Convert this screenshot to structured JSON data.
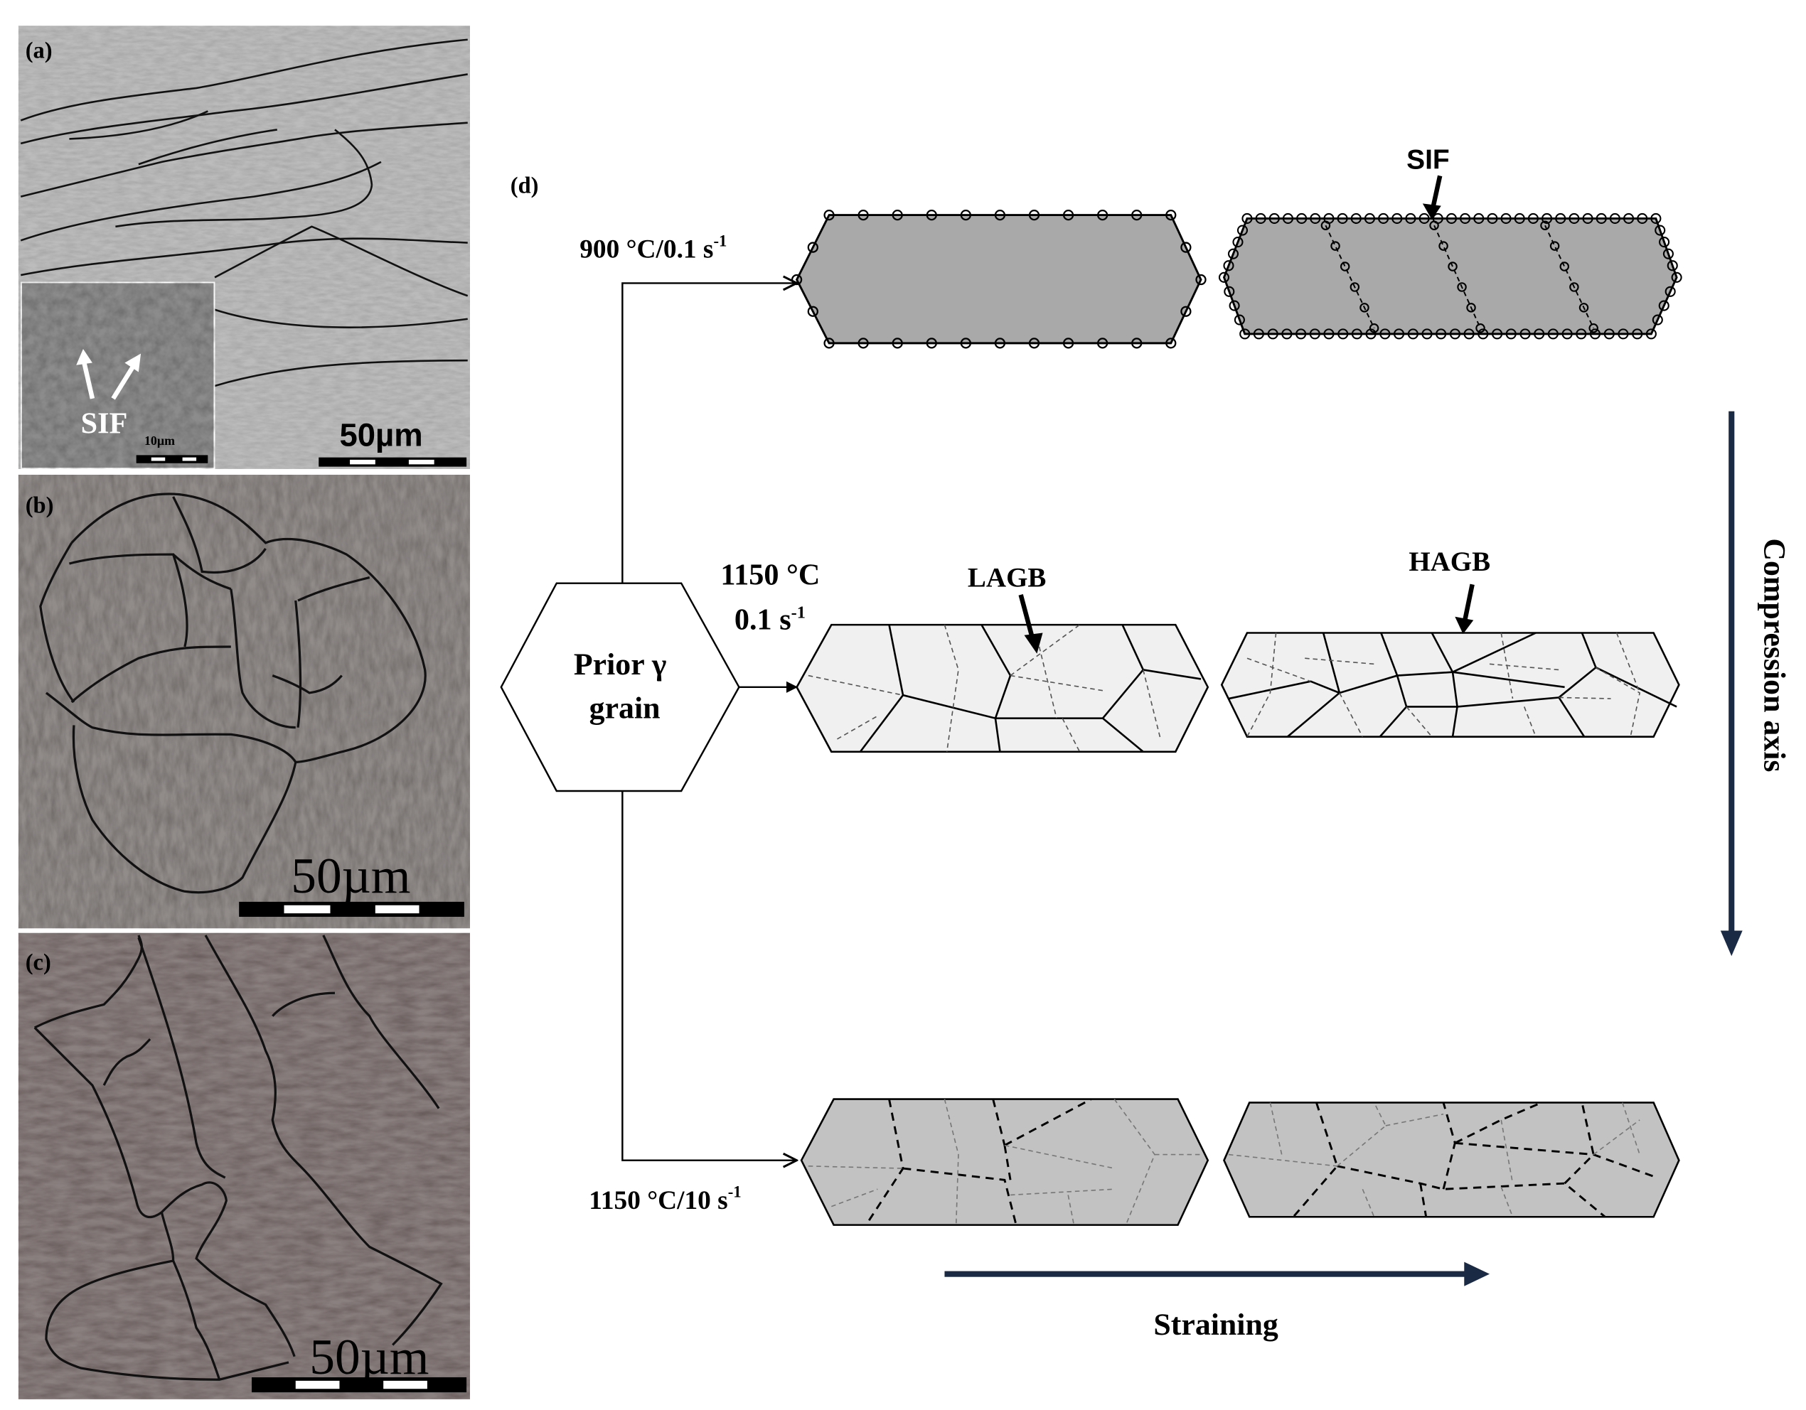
{
  "panels": {
    "a": {
      "tag": "(a)",
      "scale_label": "50µm",
      "inset": {
        "label": "SIF",
        "scale_label": "10µm"
      }
    },
    "b": {
      "tag": "(b)",
      "scale_label": "50µm"
    },
    "c": {
      "tag": "(c)",
      "scale_label": "50µm"
    }
  },
  "schematic": {
    "tag": "(d)",
    "start": {
      "line1": "Prior γ",
      "line2": "grain"
    },
    "routes": {
      "top": {
        "label_main": "900 °C/0.1 s",
        "label_sup": "-1",
        "annotation": "SIF"
      },
      "middle": {
        "label_line1": "1150 °C",
        "label_line2_main": "0.1 s",
        "label_line2_sup": "-1",
        "annotation_left": "LAGB",
        "annotation_right": "HAGB"
      },
      "bottom": {
        "label_main": "1150 °C/10 s",
        "label_sup": "-1"
      }
    },
    "compression_axis_label": "Compression axis",
    "straining_label": "Straining"
  },
  "colors": {
    "micrograph_light": "#b8b8b8",
    "micrograph_dark": "#8f8a88",
    "grain_fill_dark": "#a9a9a9",
    "grain_fill_light": "#f0f0f0",
    "grain_fill_mid": "#c2c2c2",
    "arrow_navy": "#1b2a44"
  }
}
